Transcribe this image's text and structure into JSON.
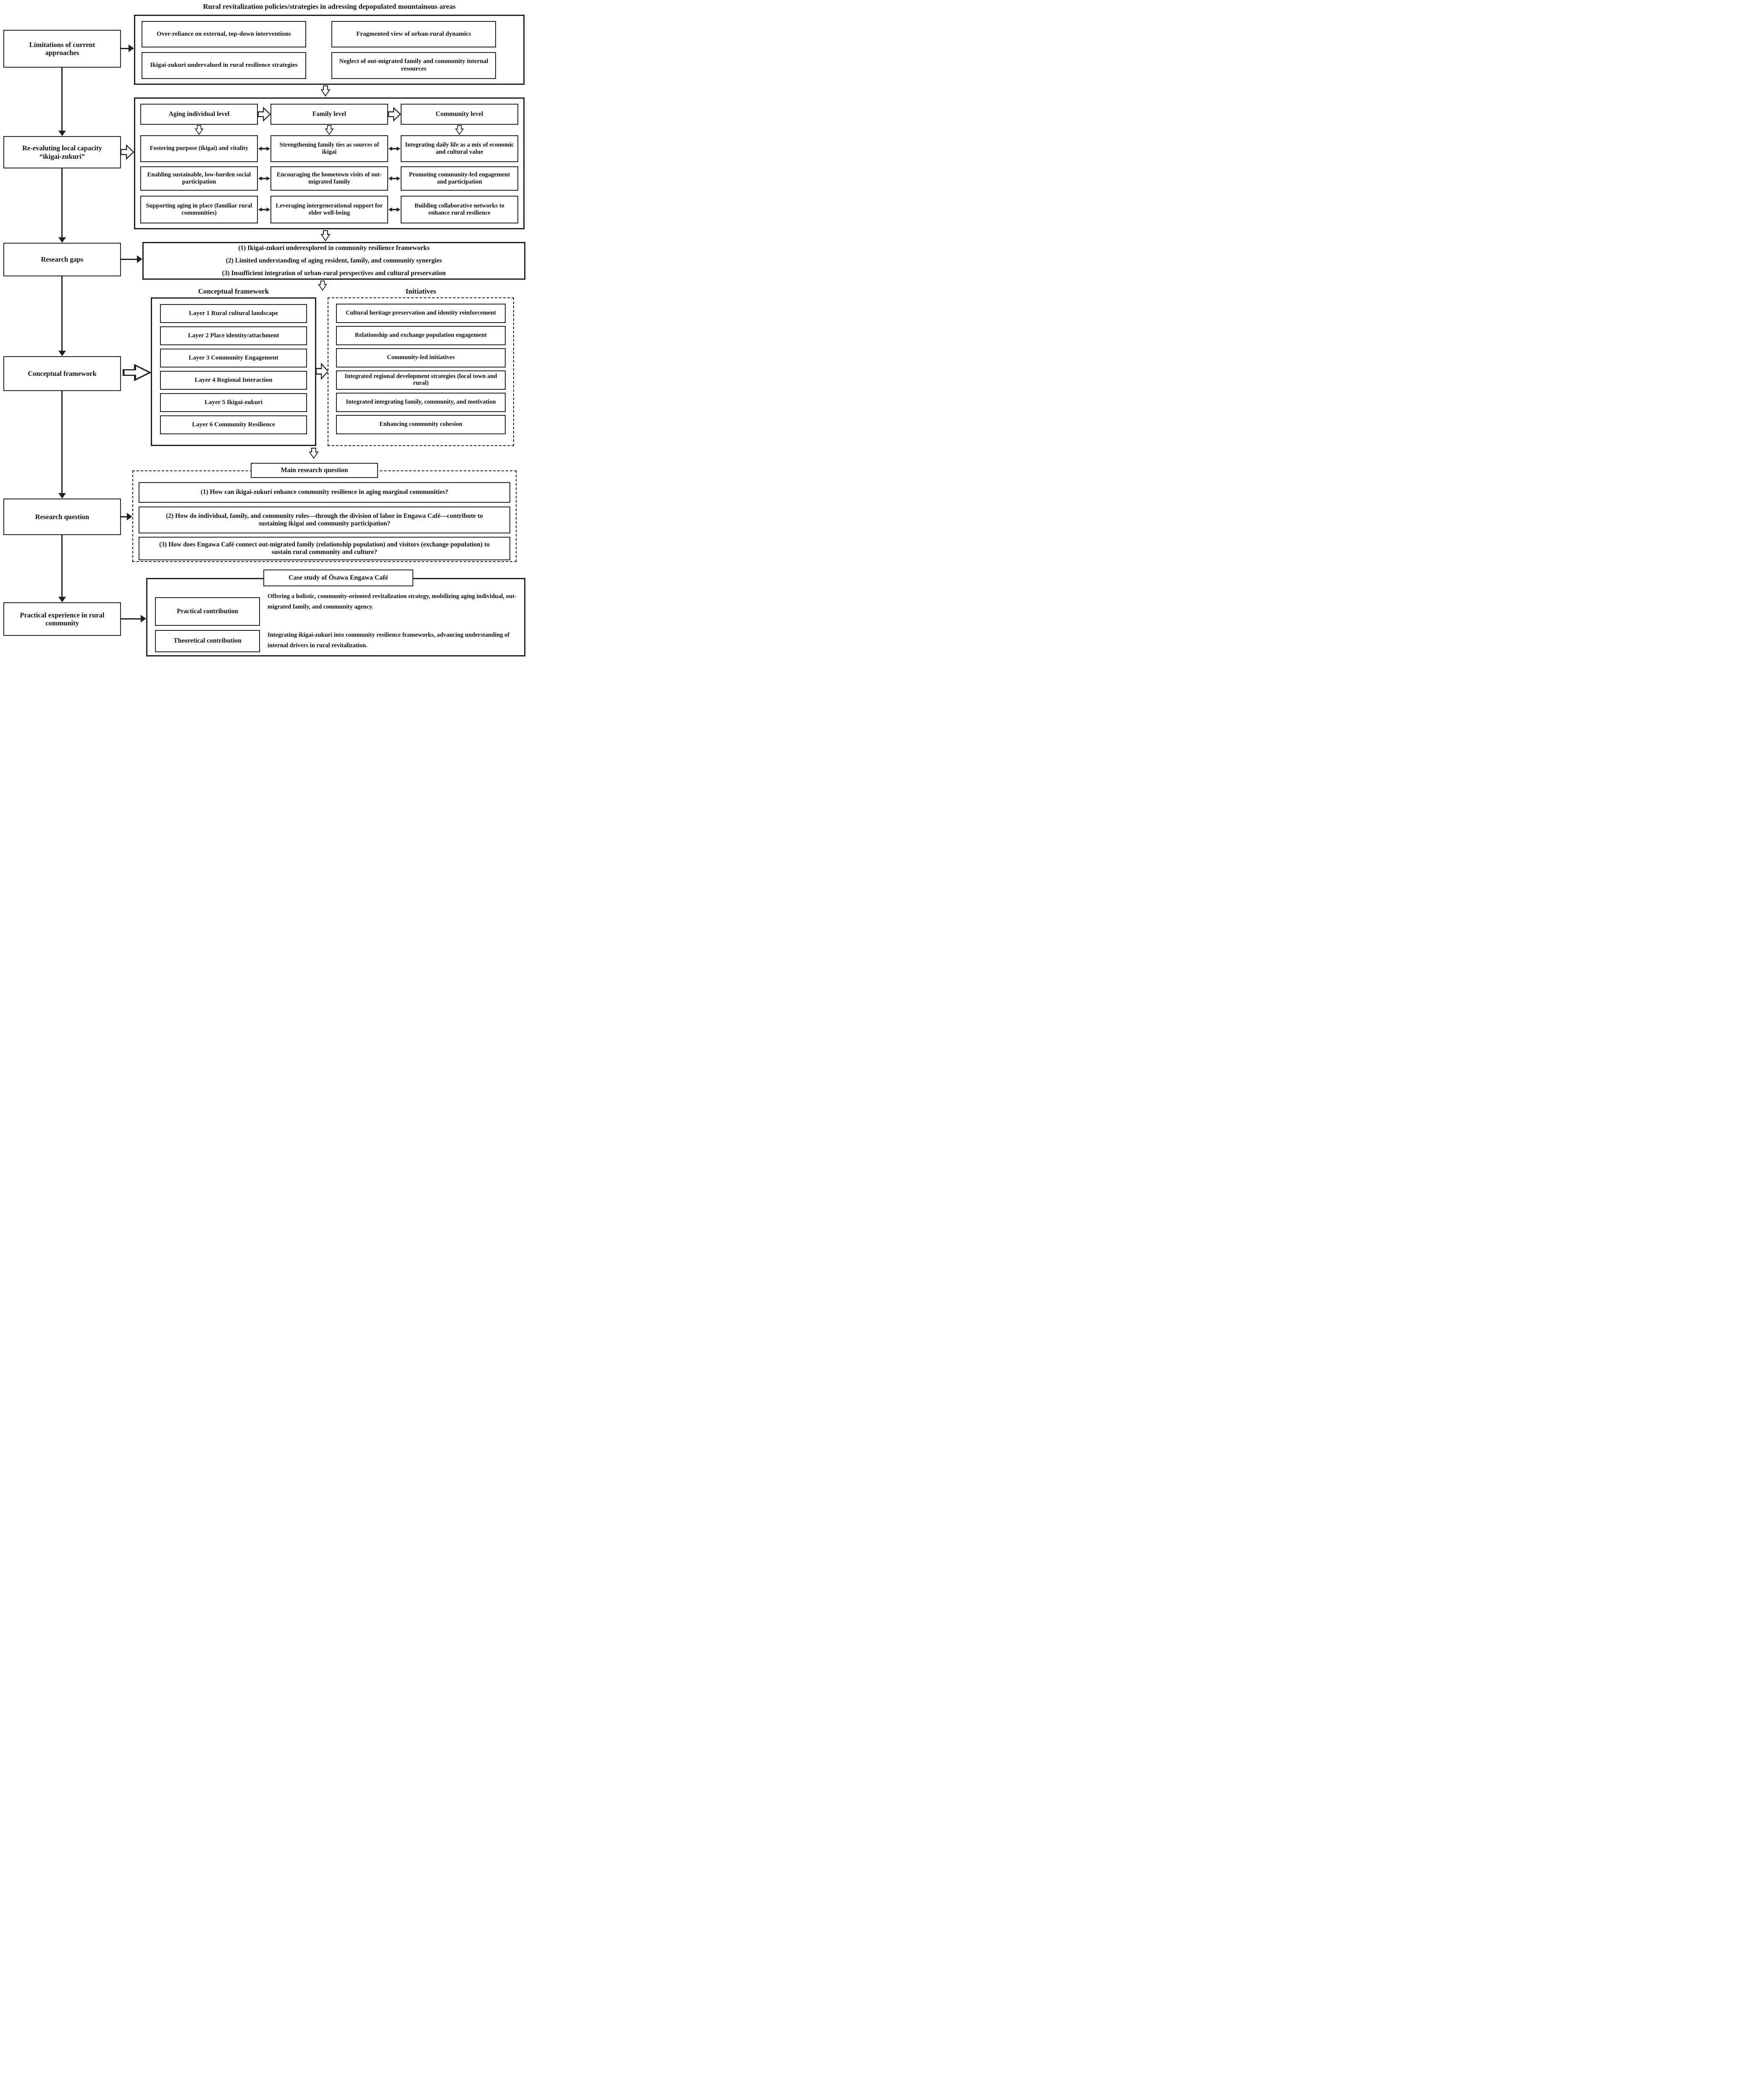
{
  "colors": {
    "line": "#231f20",
    "background": "#ffffff"
  },
  "title": "Rural revitalization policies/strategies in adressing depopulated mountainous areas",
  "left_rail": {
    "limitations": "Limitations of current approaches",
    "ikigai": "Re-evaluting local capacity “ikigai-zukuri”",
    "gaps": "Research gaps",
    "framework": "Conceptual framework",
    "question": "Research question",
    "practice": "Practical experience in rural community"
  },
  "limitations_panel": {
    "boxes": [
      "Over-reliance on external, top-down interventions",
      "Fragmented view of urban-rural dynamics",
      "Ikigai-zukuri undervalued in rural resilience strategies",
      "Neglect of out-migrated family and community internal resources"
    ]
  },
  "ikigai_panel": {
    "levels": [
      "Aging individual level",
      "Family level",
      "Community level"
    ],
    "grid": [
      [
        "Fostering purpose (ikigai) and vitality",
        "Strengthening family ties as sources of ikigai",
        "Integrating daily life as a mix of economic and cultural value"
      ],
      [
        "Enabling sustainable, low-burden social participation",
        "Encouraging the hometown visits of out-migrated family",
        "Promoting community-led engagement and participation"
      ],
      [
        "Supporting aging in place (familiar rural communities)",
        "Leveraging intergenerational support for elder well-being",
        "Building collaborative networks to enhance rural resilience"
      ]
    ]
  },
  "gaps_panel": {
    "items": [
      "(1) Ikigai-zukuri underexplored in community resilience frameworks",
      "(2) Limited understanding of aging resident, family, and community synergies",
      "(3) Insufficient integration of urban-rural perspectives and cultural preservation"
    ]
  },
  "framework_panel": {
    "column_title": "Conceptual framework",
    "layers": [
      "Layer 1 Rural cultural landscape",
      "Layer 2 Place identity/attachment",
      "Layer 3 Community Engagement",
      "Layer 4 Regional Interaction",
      "Layer 5 Ikigai-zukuri",
      "Layer 6 Community Resilience"
    ],
    "initiatives_title": "Initiatives",
    "initiatives": [
      "Cultural heritage preservation and identity reinforcement",
      "Relationship and exchange population engagement",
      "Community-led initiatives",
      "Integrated regional development strategies (local town and rural)",
      "Integrated integrating family, community, and motivation",
      "Enhancing community cohesion"
    ]
  },
  "question_panel": {
    "title": "Main research question",
    "items": [
      "(1) How can ikigai-zukuri enhance community resilience in aging marginal communities?",
      "(2) How do individual, family, and community roles—through the division of labor in Engawa Café—contribute to sustaining ikigai and community participation?",
      "(3) How does Engawa Café connect out-migrated family (relationship population) and visitors (exchange population) to sustain rural community and culture?"
    ]
  },
  "case_panel": {
    "title": "Case study of Ōsawa Engawa Café",
    "rows": [
      {
        "head": "Practical contribution",
        "text": "Offering a holistic, community-oriented revitalization strategy, mobilizing aging individual, out-migrated family, and community agency."
      },
      {
        "head": "Theoretical contribution",
        "text": "Integrating ikigai-zukuri into community resilience frameworks, advancing understanding of internal drivers in rural revitalization."
      }
    ]
  }
}
